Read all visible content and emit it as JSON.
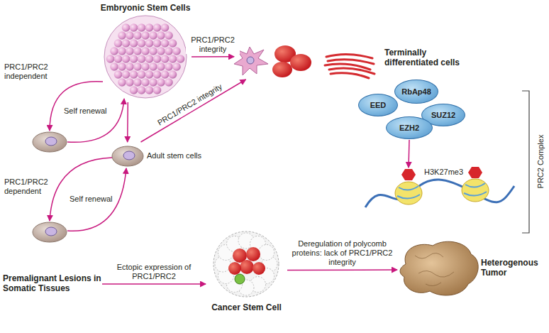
{
  "diagram": {
    "nodes": [
      {
        "text": [
          "Embryonic Stem Cells"
        ]
      },
      {
        "text": [
          "Terminally differentiated cells"
        ]
      },
      {
        "text": [
          "RbAp48"
        ]
      },
      {
        "text": [
          "EED"
        ]
      },
      {
        "text": [
          "SUZ12"
        ]
      },
      {
        "text": [
          "EZH2"
        ]
      },
      {
        "text": [
          "Adult stem cells"
        ]
      },
      {
        "text": [
          "Premalignant Lesions in Somatic Tissues"
        ]
      },
      {
        "text": [
          "Cancer Stem Cell"
        ]
      },
      {
        "text": [
          "Heterogenous Tumor"
        ]
      }
    ],
    "edges": [
      {
        "from": 0,
        "to": 1,
        "label": "PRC1/PRC2 integrity",
        "arrow": "to"
      },
      {
        "from": 0,
        "to": 6,
        "arrow": "to"
      },
      {
        "from": 6,
        "to": 1,
        "label": "PRC1/PRC2 integrity",
        "arrow": "to"
      },
      {
        "from": 7,
        "to": 8,
        "label": "Ectopic expression of PRC1/PRC2",
        "arrow": "to"
      },
      {
        "from": 8,
        "to": 9,
        "label": "Deregulation of polycomb proteins: lack of PRC1/PRC2 integrity",
        "arrow": "to"
      }
    ],
    "labels": [
      "PRC1/PRC2 independent",
      "Self renewal",
      "PRC1/PRC2 dependent",
      "Self renewal",
      "H3K27me3",
      "PRC2 Complex"
    ]
  }
}
